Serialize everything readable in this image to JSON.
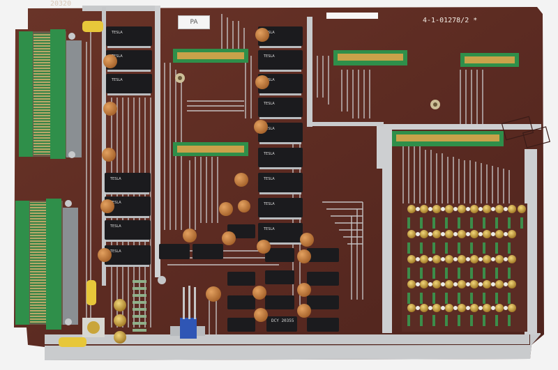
{
  "image": {
    "subject": "printed circuit board",
    "colors": {
      "background": "#f4f4f4",
      "pcb": "#5a2c24",
      "trace": "#d4d6d8",
      "edge_connector": "#2f8f4a",
      "capacitor": "#c77d3e",
      "ic": "#1b1b1e",
      "gold": "#d1a23a"
    }
  },
  "texts": {
    "board_code": "20320",
    "part_number": "4-1-01278/2 *",
    "label_pa": "PA",
    "ic_brand": "TESLA",
    "ic_label_dcy": "DCY 20355"
  }
}
